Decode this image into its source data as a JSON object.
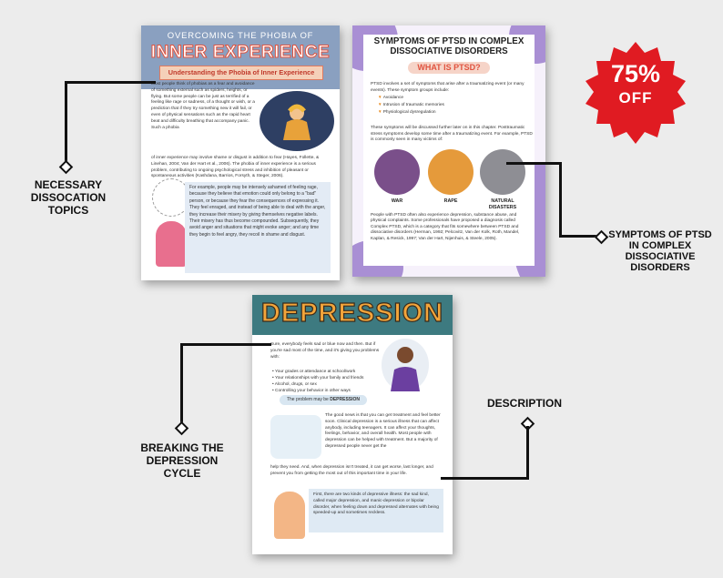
{
  "badge": {
    "percent": "75%",
    "off": "OFF",
    "color": "#e01b22"
  },
  "labels": {
    "necessary": [
      "NECESSARY",
      "DISSOCATION",
      "TOPICS"
    ],
    "ptsd": [
      "SYMPTOMS OF PTSD",
      "IN COMPLEX",
      "DISSOCIATIVE",
      "DISORDERS"
    ],
    "breaking": [
      "BREAKING THE",
      "DEPRESSION",
      "CYCLE"
    ],
    "description": "DESCRIPTION"
  },
  "page1": {
    "kicker": "OVERCOMING THE PHOBIA OF",
    "title": "INNER EXPERIENCE",
    "subtitle": "Understanding the Phobia of Inner Experience",
    "body_a": "Most people think of phobias as a fear and avoidance of something external such as spiders, heights, or flying. But some people can be just as terrified of a feeling like rage or sadness, of a thought or wish, or a prediction that if they try something new it will fail, or even of physical sensations such as the rapid heart beat and difficulty breathing that accompany panic. Such a phobia",
    "body_b": "of inner experience may involve shame or disgust in addition to fear (Hayes, Follette, & Linehan, 2004; Van der Hart et al., 2006). The phobia of inner experience is a serious problem, contributing to ongoing psychological stress and inhibition of pleasant or spontaneous activities (Kashdana, Barrios, Forsyth, & Steger, 2006).",
    "box": "For example, people may be intensely ashamed of feeling rage, because they believe that emotion could only belong to a \"bad\" person, or because they fear the consequences of expressing it. They feel enraged, and instead of being able to deal with the anger, they increase their misery by giving themselves negative labels. Their misery has thus become compounded. Subsequently, they avoid anger and situations that might evoke anger; and any time they begin to feel angry, they recoil in shame and disgust."
  },
  "page2": {
    "title": "SYMPTOMS OF PTSD IN COMPLEX DISSOCIATIVE DISORDERS",
    "pill": "WHAT IS PTSD?",
    "intro": "PTSD involves a set of symptoms that arise after a traumatizing event (or many events). These symptom groups include:",
    "bullets": [
      "Avoidance",
      "Intrusion of traumatic memories",
      "Physiological dysregulation"
    ],
    "mid": "These symptoms will be discussed further later on in this chapter. Posttraumatic stress symptoms develop some time after a traumatizing event. For example, PTSD is commonly seen in many victims of:",
    "circles": [
      "WAR",
      "RAPE",
      "NATURAL DISASTERS"
    ],
    "outro": "People with PTSD often also experience depression, substance abuse, and physical complaints. Some professionals have proposed a diagnosis called Complex PTSD, which is a category that fits somewhere between PTSD and dissociative disorders (Herman, 1992; Pelcovitz, Van der Kolk, Roth, Mandel, Kaplan, & Resick, 1997; Van der Hart, Nijenhuis, & Steele, 2005)."
  },
  "page3": {
    "title": "DEPRESSION",
    "intro": "Sure, everybody feels sad or blue now and then. But if you're sad most of the time, and it's giving you problems with:",
    "bullets": [
      "Your grades or attendance at school/work",
      "Your relationships with your family and friends",
      "Alcohol, drugs, or sex",
      "Controlling your behavior in other ways"
    ],
    "pill_a": "The problem may be ",
    "pill_b": "DEPRESSION",
    "good_a": "The good news is that you can get treatment and feel better soon. Clinical depression is a serious illness that can affect anybody, including teenagers. It can affect your thoughts, feelings, behavior, and overall health. Most people with depression can be helped with treatment. But a majority of depressed people never get the",
    "good_b": "help they need. And, when depression isn't treated, it can get worse, last longer, and prevent you from getting the most out of this important time in your life.",
    "box": "First, there are two kinds of depressive illness: the sad kind, called major depression, and manic-depression or bipolar disorder, when feeling down and depressed alternates with being speeded-up and sometimes reckless."
  }
}
